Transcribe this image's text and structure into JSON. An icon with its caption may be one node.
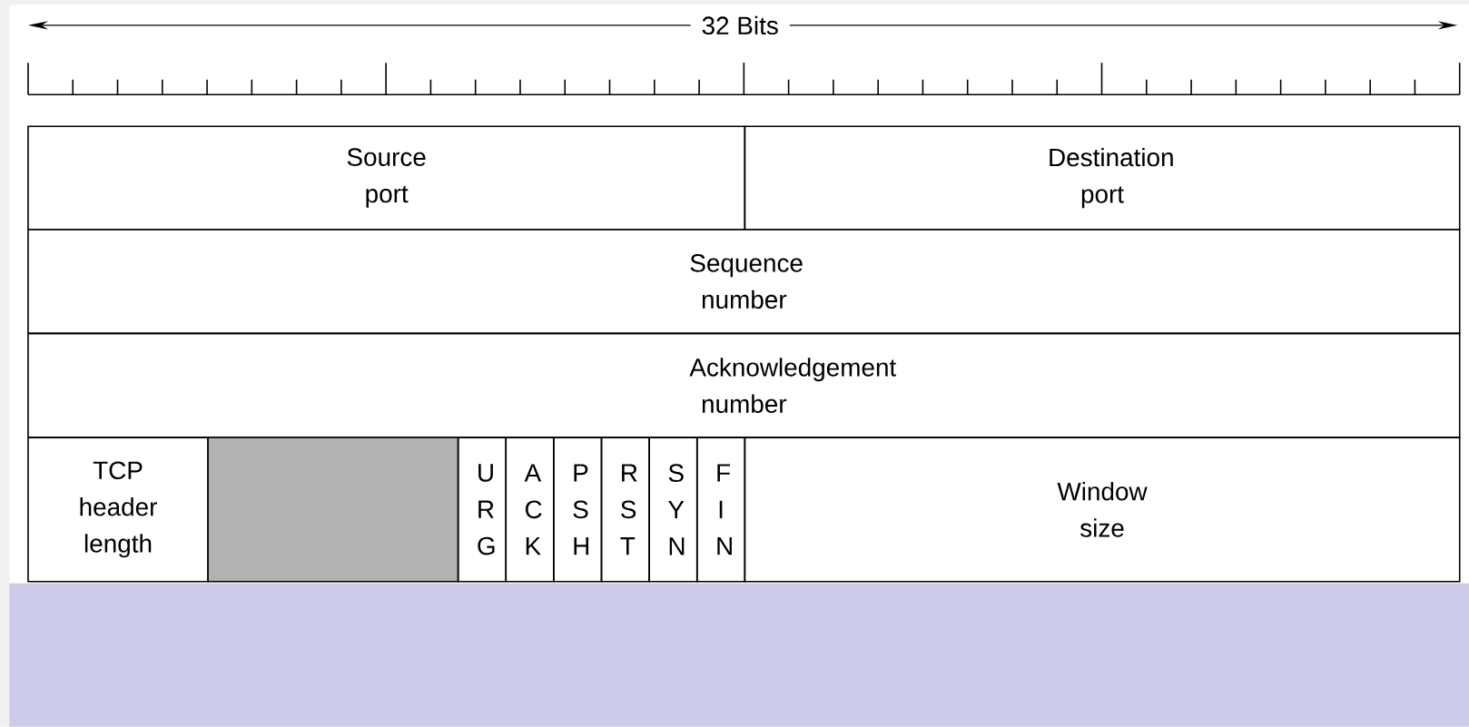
{
  "diagram": {
    "nodes": [
      {
        "text": [
          "Source port"
        ]
      },
      {
        "text": [
          "Destination port"
        ]
      },
      {
        "text": [
          "Sequence number"
        ]
      },
      {
        "text": [
          "Acknowledgement number"
        ]
      },
      {
        "text": [
          "TCP header length"
        ]
      },
      {
        "text": [],
        "shape": "box"
      },
      {
        "text": [
          "U R G"
        ]
      },
      {
        "text": [
          "A C K"
        ]
      },
      {
        "text": [
          "P S H"
        ]
      },
      {
        "text": [
          "R S T"
        ]
      },
      {
        "text": [
          "S Y N"
        ]
      },
      {
        "text": [
          "F I N"
        ]
      },
      {
        "text": [
          "Window size"
        ]
      }
    ],
    "labels": [
      "32 Bits"
    ]
  }
}
